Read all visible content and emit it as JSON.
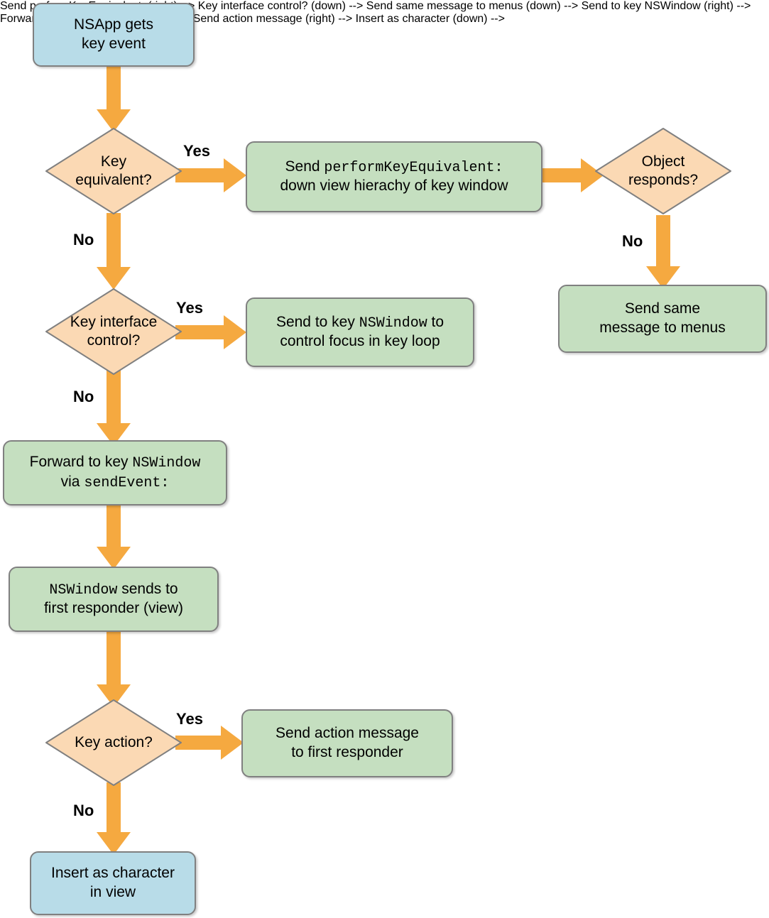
{
  "diagram": {
    "title": "NSApp key event dispatch flowchart",
    "colors": {
      "start_end_fill": "#b8dce8",
      "process_fill": "#c5dfc0",
      "decision_fill": "#fbd9b4",
      "arrow": "#f5a940",
      "stroke": "#808080",
      "text": "#000000"
    },
    "nodes": {
      "nsapp_gets_key_event": {
        "type": "terminator",
        "line1": "NSApp gets",
        "line2": "key event"
      },
      "key_equivalent": {
        "type": "decision",
        "line1": "Key",
        "line2": "equivalent?"
      },
      "send_perform_key_equivalent": {
        "type": "process",
        "line1_pre": "Send ",
        "line1_code": "performKeyEquivalent:",
        "line2": "down view hierachy of key window"
      },
      "object_responds": {
        "type": "decision",
        "line1": "Object",
        "line2": "responds?"
      },
      "send_same_message_to_menus": {
        "type": "process",
        "line1": "Send same",
        "line2": "message to menus"
      },
      "key_interface_control": {
        "type": "decision",
        "line1": "Key interface",
        "line2": "control?"
      },
      "send_to_key_nswindow": {
        "type": "process",
        "line1_pre": "Send to key ",
        "line1_code": "NSWindow",
        "line1_post": " to",
        "line2": "control focus in key loop"
      },
      "forward_to_key_nswindow": {
        "type": "process",
        "line1_pre": "Forward to key ",
        "line1_code": "NSWindow",
        "line2_pre": "via ",
        "line2_code": "sendEvent:"
      },
      "nswindow_sends_to_first_responder": {
        "type": "process",
        "line1_code": "NSWindow",
        "line1_post": " sends to",
        "line2": "first responder (view)"
      },
      "key_action": {
        "type": "decision",
        "line1": "Key action?"
      },
      "send_action_message": {
        "type": "process",
        "line1": "Send action message",
        "line2": "to first responder"
      },
      "insert_as_character": {
        "type": "terminator",
        "line1": "Insert as character",
        "line2": "in view"
      }
    },
    "edge_labels": {
      "key_equivalent_yes": "Yes",
      "key_equivalent_no": "No",
      "object_responds_no": "No",
      "key_interface_control_yes": "Yes",
      "key_interface_control_no": "No",
      "key_action_yes": "Yes",
      "key_action_no": "No"
    }
  }
}
